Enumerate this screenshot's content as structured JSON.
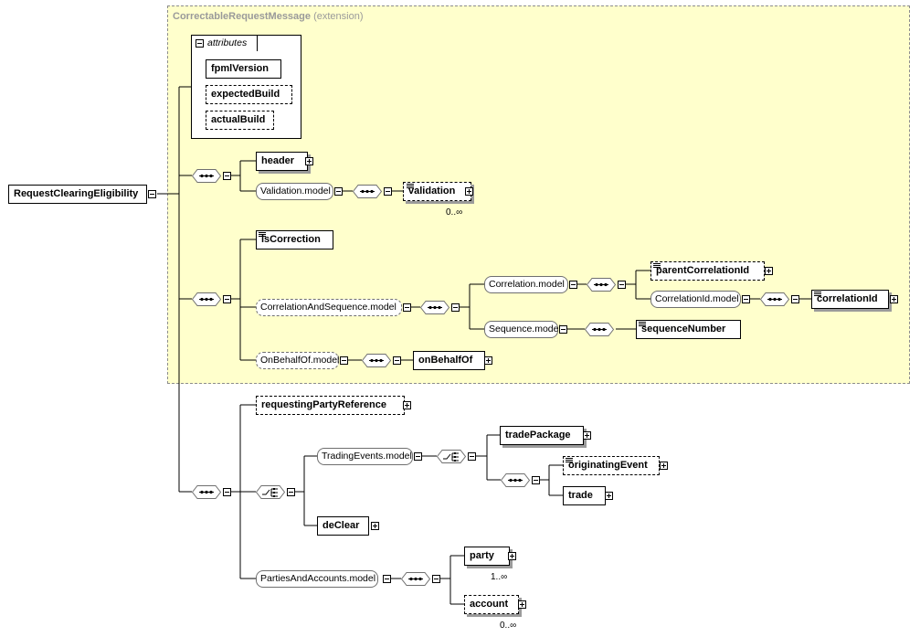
{
  "extension": {
    "title": "CorrectableRequestMessage",
    "kind": "(extension)"
  },
  "root": {
    "label": "RequestClearingEligibility"
  },
  "attributes": {
    "heading": "attributes",
    "items": [
      "fpmlVersion",
      "expectedBuild",
      "actualBuild"
    ]
  },
  "elements": {
    "header": "header",
    "validation_model": "Validation.model",
    "validation": "validation",
    "validation_card": "0..∞",
    "isCorrection": "isCorrection",
    "correlation_and_sequence_model": "CorrelationAndSequence.model",
    "correlation_model": "Correlation.model",
    "parentCorrelationId": "parentCorrelationId",
    "correlationId_model": "CorrelationId.model",
    "correlationId": "correlationId",
    "sequence_model": "Sequence.model",
    "sequenceNumber": "sequenceNumber",
    "onBehalfOf_model": "OnBehalfOf.model",
    "onBehalfOf": "onBehalfOf",
    "requestingPartyReference": "requestingPartyReference",
    "tradingEvents_model": "TradingEvents.model",
    "tradePackage": "tradePackage",
    "originatingEvent": "originatingEvent",
    "trade": "trade",
    "deClear": "deClear",
    "partiesAndAccounts_model": "PartiesAndAccounts.model",
    "party": "party",
    "party_card": "1..∞",
    "account": "account",
    "account_card": "0..∞"
  },
  "colors": {
    "extension_bg": "#ffffcc",
    "extension_border": "#8c8c8c",
    "shadow": "#9b9b9b"
  },
  "icons": [
    "expand-icon",
    "collapse-icon",
    "sequence-icon",
    "choice-icon",
    "text-content-icon"
  ]
}
